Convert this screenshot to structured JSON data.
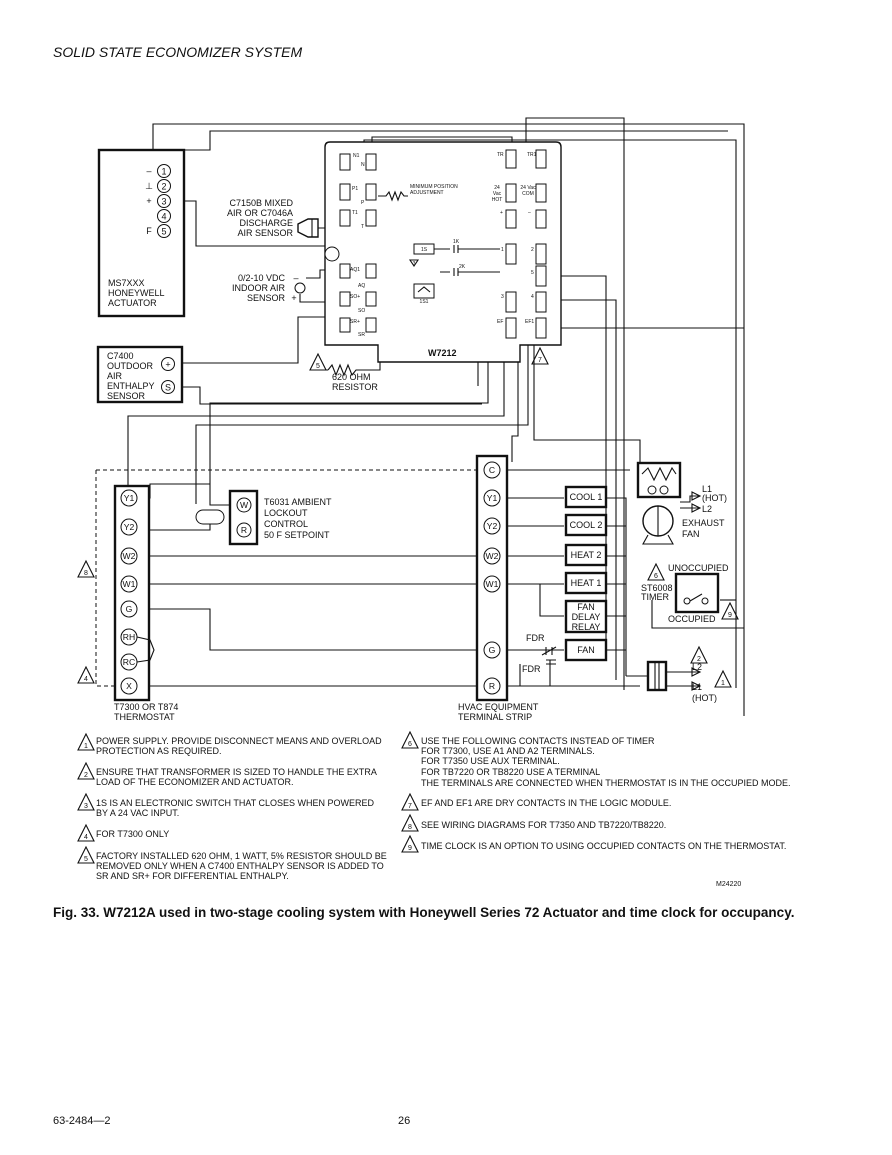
{
  "page": {
    "header": "SOLID STATE ECONOMIZER SYSTEM",
    "caption": "Fig. 33. W7212A used in two-stage cooling system with Honeywell Series 72 Actuator and time clock for occupancy.",
    "doc_number": "63-2484—2",
    "page_number": "26",
    "figure_code": "M24220"
  },
  "actuator": {
    "label_lines": [
      "MS7XXX",
      "HONEYWELL",
      "ACTUATOR"
    ],
    "terminals": [
      "1",
      "2",
      "3",
      "4",
      "5"
    ],
    "side_marks": [
      "–",
      "⊥",
      "+",
      "",
      "F"
    ]
  },
  "mixed_air_sensor": {
    "label_lines": [
      "C7150B MIXED",
      "AIR OR C7046A",
      "DISCHARGE",
      "AIR SENSOR"
    ]
  },
  "indoor_aq_sensor": {
    "label_lines": [
      "0/2-10 VDC",
      "INDOOR AIR",
      "SENSOR"
    ],
    "minus": "–",
    "plus": "+"
  },
  "outdoor_sensor": {
    "label_lines": [
      "C7400",
      "OUTDOOR",
      "AIR",
      "ENTHALPY",
      "SENSOR"
    ],
    "terminals": [
      "+",
      "S"
    ]
  },
  "resistor": {
    "number": "5",
    "label_lines": [
      "620 OHM",
      "RESISTOR"
    ]
  },
  "logic_module": {
    "name": "W7212",
    "min_pos_lines": [
      "MINIMUM POSITION",
      "ADJUSTMENT"
    ],
    "left_terms": [
      "N1",
      "P1",
      "T1"
    ],
    "mid_terms": [
      "N",
      "P",
      "T"
    ],
    "aq_terms": [
      "AQ1",
      "AQ",
      "SO+",
      "SO",
      "SR+",
      "SR"
    ],
    "top_right": [
      "TR",
      "TR1"
    ],
    "hot_lines": [
      "24",
      "Vac",
      "HOT"
    ],
    "com_lines": [
      "24 Vac",
      "COM"
    ],
    "plus": "+",
    "minus": "–",
    "right_terms": [
      "1",
      "2",
      "5",
      "3",
      "4",
      "EF",
      "EF1"
    ],
    "relay_labels": [
      "1S",
      "1K",
      "2K",
      "1S1"
    ],
    "note_marks": [
      "3",
      "7"
    ]
  },
  "thermostat": {
    "terminals": [
      "Y1",
      "Y2",
      "W2",
      "W1",
      "G",
      "RH",
      "RC",
      "X"
    ],
    "label_lines": [
      "T7300 OR T874",
      "THERMOSTAT"
    ],
    "note_marks": [
      "8",
      "4"
    ]
  },
  "lockout": {
    "label_lines": [
      "T6031 AMBIENT",
      "LOCKOUT",
      "CONTROL",
      "50 F SETPOINT"
    ],
    "terminals": [
      "W",
      "R"
    ]
  },
  "hvac_strip": {
    "terminals": [
      "C",
      "Y1",
      "Y2",
      "W2",
      "W1",
      "G",
      "R"
    ],
    "label_lines": [
      "HVAC EQUIPMENT",
      "TERMINAL STRIP"
    ],
    "fdr_labels": [
      "FDR",
      "FDR"
    ]
  },
  "equipment": {
    "boxes": [
      [
        "COOL 1"
      ],
      [
        "COOL 2"
      ],
      [
        "HEAT 2"
      ],
      [
        "HEAT 1"
      ],
      [
        "FAN",
        "DELAY",
        "RELAY"
      ],
      [
        "FAN"
      ]
    ],
    "exhaust_lines": [
      "EXHAUST",
      "FAN"
    ],
    "power_top": [
      "L1",
      "(HOT)",
      "L2"
    ],
    "power_bottom": [
      "L2",
      "L1",
      "(HOT)"
    ],
    "power_marks": [
      "2",
      "1"
    ]
  },
  "timer": {
    "unoccupied": "UNOCCUPIED",
    "label_lines": [
      "ST6008",
      "TIMER"
    ],
    "occupied": "OCCUPIED",
    "note_marks": [
      "6",
      "9"
    ]
  },
  "notes": [
    {
      "num": "1",
      "lines": [
        "POWER SUPPLY. PROVIDE DISCONNECT MEANS AND OVERLOAD",
        "PROTECTION AS REQUIRED."
      ]
    },
    {
      "num": "2",
      "lines": [
        "ENSURE THAT TRANSFORMER IS SIZED TO HANDLE THE EXTRA",
        "LOAD OF THE ECONOMIZER AND ACTUATOR."
      ]
    },
    {
      "num": "3",
      "lines": [
        "1S IS AN ELECTRONIC SWITCH THAT CLOSES WHEN POWERED",
        "BY A 24 VAC INPUT."
      ]
    },
    {
      "num": "4",
      "lines": [
        "FOR T7300 ONLY"
      ]
    },
    {
      "num": "5",
      "lines": [
        "FACTORY INSTALLED 620 OHM, 1 WATT, 5% RESISTOR SHOULD BE",
        "REMOVED ONLY WHEN A C7400 ENTHALPY SENSOR IS ADDED TO",
        "SR AND SR+ FOR DIFFERENTIAL ENTHALPY."
      ]
    },
    {
      "num": "6",
      "lines": [
        "USE THE FOLLOWING CONTACTS INSTEAD OF TIMER",
        "FOR T7300, USE A1 AND A2 TERMINALS.",
        "FOR T7350 USE AUX TERMINAL.",
        "FOR TB7220 OR TB8220 USE A TERMINAL",
        "THE TERMINALS ARE CONNECTED WHEN THERMOSTAT IS IN THE OCCUPIED MODE."
      ]
    },
    {
      "num": "7",
      "lines": [
        "EF AND EF1 ARE DRY CONTACTS IN THE LOGIC MODULE."
      ]
    },
    {
      "num": "8",
      "lines": [
        "SEE WIRING DIAGRAMS FOR T7350 AND TB7220/TB8220."
      ]
    },
    {
      "num": "9",
      "lines": [
        "TIME CLOCK IS AN OPTION TO USING OCCUPIED CONTACTS ON THE THERMOSTAT."
      ]
    }
  ]
}
